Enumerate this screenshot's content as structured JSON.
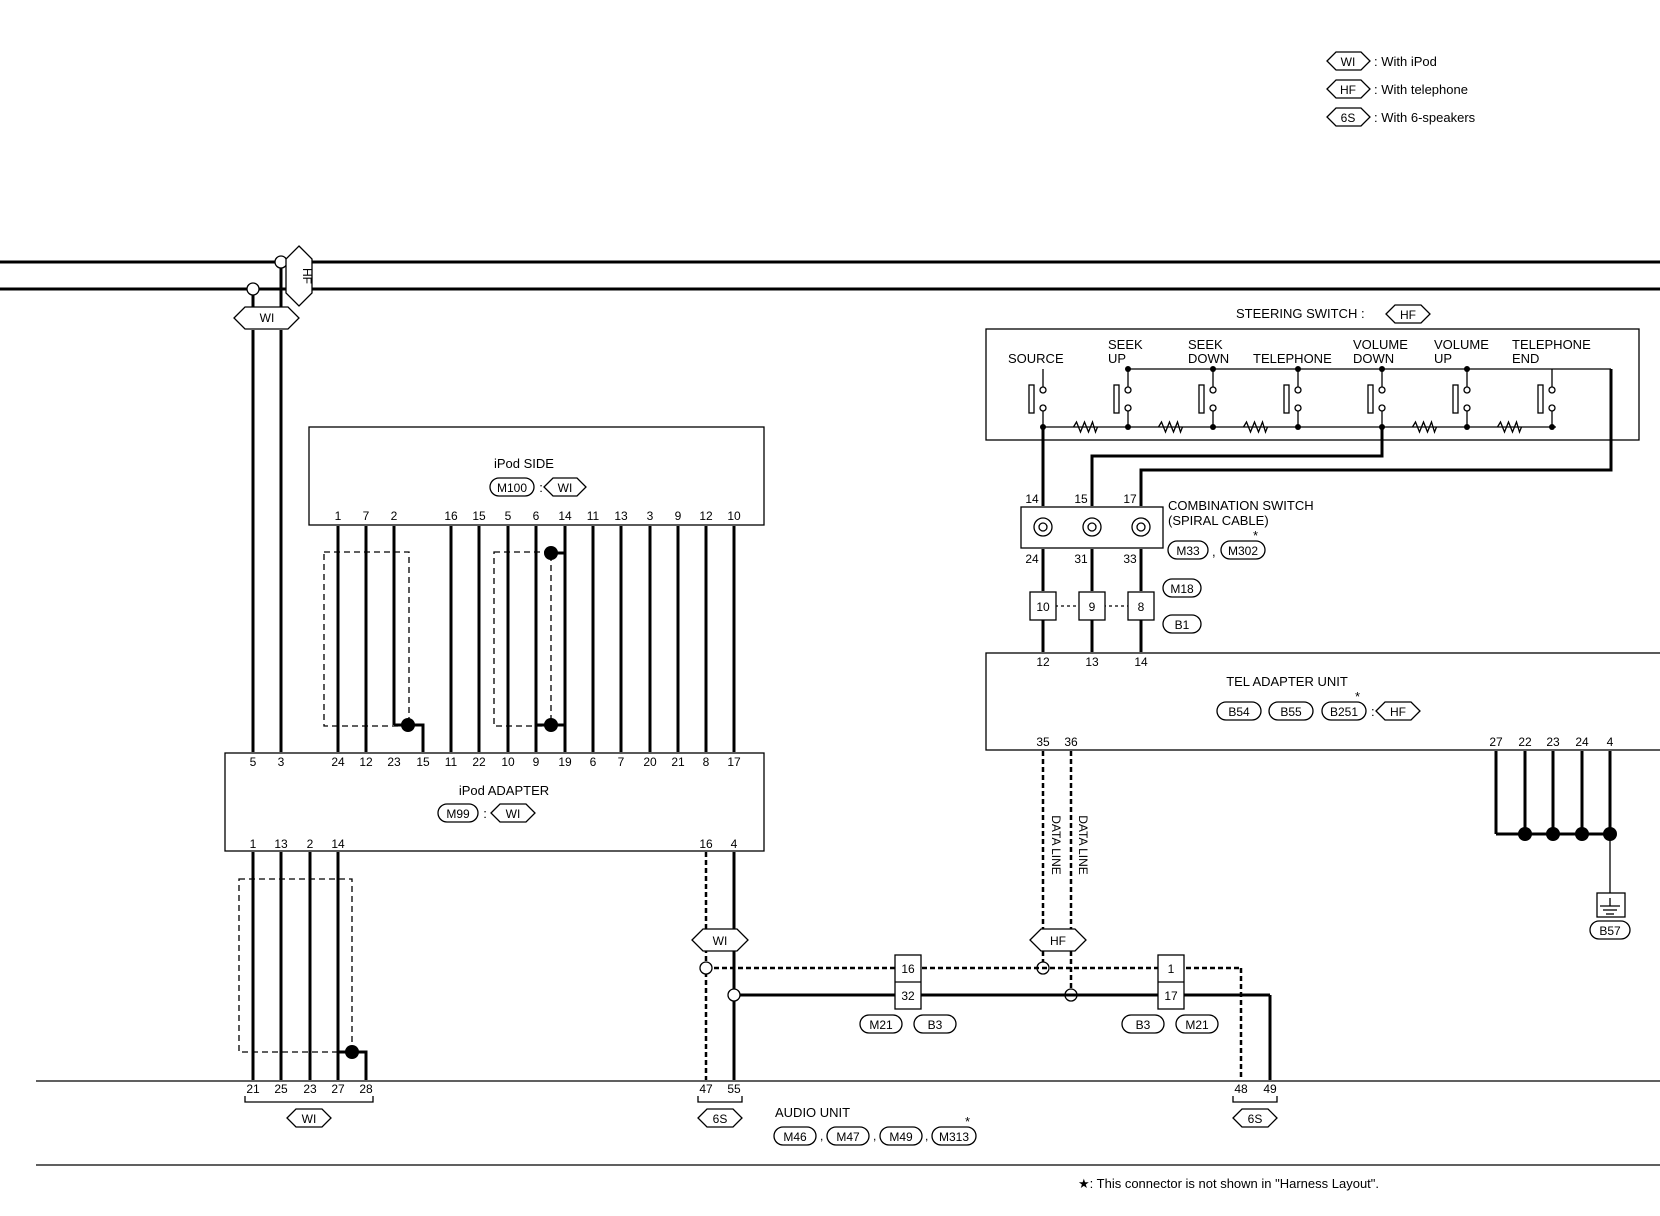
{
  "legend": [
    {
      "tag": "WI",
      "desc": ": With iPod"
    },
    {
      "tag": "HF",
      "desc": ": With telephone"
    },
    {
      "tag": "6S",
      "desc": ": With 6-speakers"
    }
  ],
  "tags": {
    "wi": "WI",
    "hf": "HF",
    "six": "6S"
  },
  "ipod_side": {
    "title": "iPod SIDE",
    "connector": "M100",
    "sep": ":",
    "pins": [
      "1",
      "7",
      "2",
      "16",
      "15",
      "5",
      "6",
      "14",
      "11",
      "13",
      "3",
      "9",
      "12",
      "10"
    ]
  },
  "ipod_adapter": {
    "title": "iPod ADAPTER",
    "connector": "M99",
    "sep": ":",
    "top_pins": [
      "5",
      "3",
      "24",
      "12",
      "23",
      "15",
      "11",
      "22",
      "10",
      "9",
      "19",
      "6",
      "7",
      "20",
      "21",
      "8",
      "17"
    ],
    "bottom_pins": [
      "1",
      "13",
      "2",
      "14",
      "16",
      "4"
    ]
  },
  "steering_switch": {
    "title": "STEERING SWITCH :",
    "switches": [
      {
        "l1": "",
        "l2": "SOURCE"
      },
      {
        "l1": "SEEK",
        "l2": "UP"
      },
      {
        "l1": "SEEK",
        "l2": "DOWN"
      },
      {
        "l1": "",
        "l2": "TELEPHONE"
      },
      {
        "l1": "VOLUME",
        "l2": "DOWN"
      },
      {
        "l1": "VOLUME",
        "l2": "UP"
      },
      {
        "l1": "TELEPHONE",
        "l2": "END"
      }
    ]
  },
  "combination_switch": {
    "line1": "COMBINATION SWITCH",
    "line2": "(SPIRAL CABLE)",
    "connectors": [
      "M33",
      "M302"
    ],
    "comma": ",",
    "star": "*",
    "top_pins": [
      "14",
      "15",
      "17"
    ],
    "bottom_pins": [
      "24",
      "31",
      "33"
    ]
  },
  "joint_connector": {
    "pins": [
      "10",
      "9",
      "8"
    ],
    "connectors": [
      "M18",
      "B1"
    ]
  },
  "tel_adapter": {
    "title": "TEL ADAPTER UNIT",
    "connectors": [
      "B54",
      "B55",
      "B251"
    ],
    "sep": ":",
    "star": "*",
    "top_pins": [
      "12",
      "13",
      "14"
    ],
    "data_pins": [
      "35",
      "36"
    ],
    "ground_pins": [
      "27",
      "22",
      "23",
      "24",
      "4"
    ]
  },
  "data_line": "DATA LINE",
  "ground": "B57",
  "midline_connectors": {
    "left": {
      "pins": [
        "16",
        "32"
      ],
      "connectors": [
        "M21",
        "B3"
      ]
    },
    "right": {
      "pins": [
        "1",
        "17"
      ],
      "connectors": [
        "B3",
        "M21"
      ]
    }
  },
  "audio_unit": {
    "title": "AUDIO UNIT",
    "connectors": [
      "M46",
      "M47",
      "M49",
      "M313"
    ],
    "star": "*",
    "pins_left": [
      "21",
      "25",
      "23",
      "27",
      "28"
    ],
    "pins_mid": [
      "47",
      "55"
    ],
    "pins_right": [
      "48",
      "49"
    ]
  },
  "footnote": "★: This connector is not shown in \"Harness Layout\"."
}
